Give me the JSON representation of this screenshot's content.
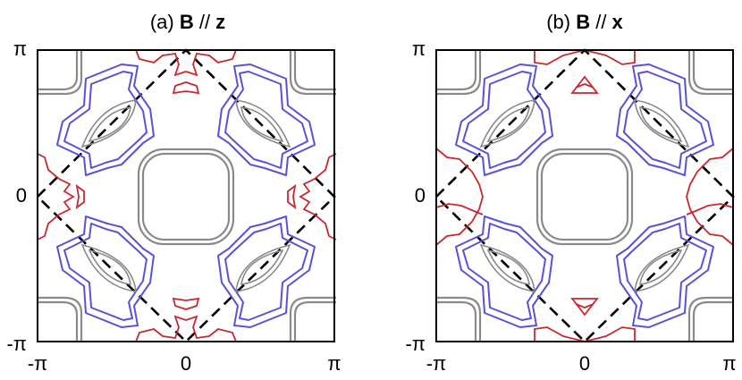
{
  "panels": [
    {
      "label": "(a)",
      "bold": "B",
      "rest": " // ",
      "axis": "z",
      "ticks": {
        "x_left": "-π",
        "x_mid": "0",
        "x_right": "π",
        "y_top": "π",
        "y_mid": "0",
        "y_bottom": "-π"
      }
    },
    {
      "label": "(b)",
      "bold": "B",
      "rest": " // ",
      "axis": "x",
      "ticks": {
        "x_left": "-π",
        "x_mid": "0",
        "x_right": "π",
        "y_top": "π",
        "y_mid": "0",
        "y_bottom": "-π"
      }
    }
  ],
  "colors": {
    "outer_contour": "#8a8a8a",
    "blue_contour": "#5a52d6",
    "red_contour": "#c8282e",
    "diagonal": "#000000"
  }
}
